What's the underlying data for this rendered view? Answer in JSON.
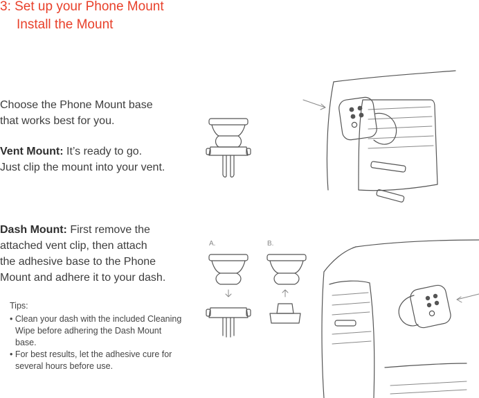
{
  "step": {
    "title": "3: Set up your Phone Mount",
    "subtitle": "Install the Mount"
  },
  "intro": {
    "line1": "Choose the Phone Mount base",
    "line2": "that works best for you."
  },
  "vent": {
    "label": "Vent Mount:",
    "text1": " It’s ready to go.",
    "text2": "Just clip the mount into your vent."
  },
  "dash": {
    "label": "Dash Mount:",
    "text1": " First remove the",
    "text2": "attached vent clip, then attach",
    "text3": "the adhesive base to the Phone",
    "text4": "Mount and adhere it to your dash."
  },
  "tips": {
    "heading": "Tips:",
    "items": [
      "• Clean your dash with the included Cleaning Wipe before adhering the Dash Mount base.",
      "• For best results, let the adhesive cure for several hours before use."
    ]
  },
  "figure_labels": {
    "a": "A.",
    "b": "B."
  },
  "colors": {
    "accent": "#e8402a",
    "text": "#3d3d3d",
    "line_art": "#555555"
  }
}
